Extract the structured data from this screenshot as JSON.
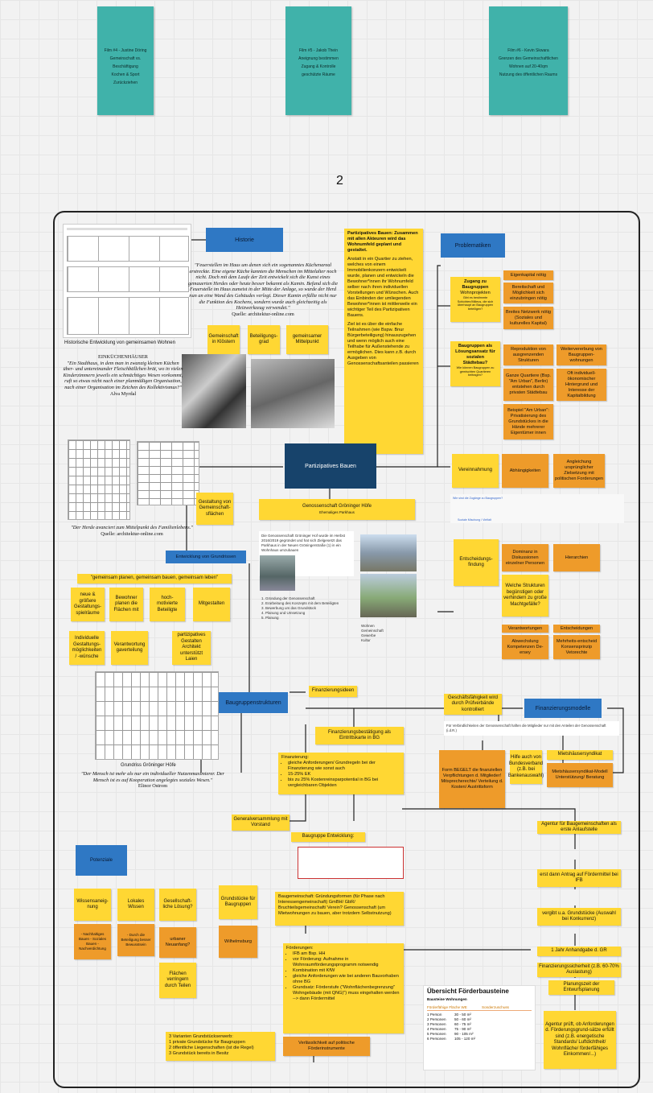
{
  "section_number": "2",
  "top_notes": [
    {
      "lines": [
        "Film #4 - Justine Döring",
        "Gemeinschaft vs. Beschäftigung",
        "Kochen & Sport",
        "Zurückziehen"
      ]
    },
    {
      "lines": [
        "Film #5 - Jakob Thein",
        "Aneignung bestimmen",
        "Zugang & Kontrolle",
        "geschützte Räume"
      ]
    },
    {
      "lines": [
        "Film #6 - Kevin Skwara",
        "Grenzen des Gemeinschaftlichen",
        "Wohnen auf 20-40qm",
        "Nutzung des öffentlichen Raums"
      ]
    }
  ],
  "headers": {
    "historie": "Historie",
    "problematiken": "Problematiken",
    "partizipatives_bauen": "Partizipatives Bauen",
    "entwicklung_grundrissen": "Entwicklung von Grundrissen",
    "baugruppenstrukturen": "Baugruppenstrukturen",
    "finanzierungsmodelle": "Finanzierungsmodelle",
    "potenziale": "Potenziale"
  },
  "left_column": {
    "table_caption": "Historische Entwicklung von gemeinsamen Wohnen",
    "quote_history": "\"Feuerstellen im Haus um denen sich ein sogenanntes Küchenareal erstreckte. Eine eigene Küche kannten die Menschen im Mittelalter noch nicht. Doch mit dem Laufe der Zeit entwickelt sich die Kunst eines gemauerten Herdes oder heute besser bekannt als Kamin. Befand sich die Feuerstelle im Haus zumeist in der Mitte der Anlage, so wurde der Herd nun an eine Wand des Gebäudes verlegt. Dieser Kamin erfüllte nicht nur die Funktion des Kochens, sondern wurde auch gleichzeitig als Heizwerkzeug verwendet.\"",
    "quote_history_source": "Quelle: architektur-online.com",
    "einkuechenhaeuser_title": "EINKÜCHENHÄUSER",
    "einkuechenhaeuser_quote": "\"Ein Stadthaus, in dem man in zwanzig kleinen Küchen über- und untereinander Fleischbällchen brät, wo in vielen Kinderzimmern jeweils ein schmächtiges Wesen vorkommt, ruft so etwas nicht nach einer planmäßigen Organisation, nach einer Organisation im Zeichen des Kollektivismus?\"",
    "einkuechenhaeuser_author": "Alva Myrdal",
    "herd_quote": "\"Der Herde avanciert zum Mittelpunkt des Familienlebens.\"",
    "herd_source": "Quelle: architektur-online.com",
    "grundriss_caption": "Grundriss Gröninger Höfe",
    "ostrom_quote": "\"Der Mensch ist mehr als nur ein individueller Nutzenmaximierer. Der Mensch ist es auf Kooperation angelegtes soziales Wesen.\"",
    "ostrom_author": "Elinor Ostrom"
  },
  "history_notes": [
    "Gemeinschaft in Klöstern",
    "Beteiligungs-grad",
    "gemeinsamer Mittelpunkt"
  ],
  "gestaltung_note": "Gestaltung von Gemeinschaft-sflächen",
  "grundriss_notes": {
    "banner": "\"gemeinsam planen, gemeinsam bauen, gemeinsam leben\"",
    "row1": [
      "neue & größere Gestaltungs-spielräume",
      "Bewohner planen die Flächen mit",
      "hoch-motivierte Beteiligte",
      "Mitgestalten"
    ],
    "row2": [
      "Individuelle Gestaltungs-möglichkeiten / -wünsche",
      "Verantwortung gaverteilung",
      "partizipatives Gestalten Architekt unterstützt Laien"
    ]
  },
  "partizipativ_text": {
    "heading": "Partizipatives Bauen: Zusammen mit allen Akteuren wird das Wohnumfeld geplant und gestaltet.",
    "body1": "Anstatt in ein Quartier zu ziehen, welches von einem Immobilienkonzern entwickelt wurde, planen und entwickeln die Bewohner*innen ihr Wohnumfeld selber nach ihren individuellen Vorstellungen und Wünschen. Auch das Einbinden der umliegenden Bewohner*innen ist mittlerweile ein wichtiger Teil des Partizipativen Bauens.",
    "body2": "Ziel ist es über die einfache Teilnahmen (wie Bspw. Bnur Bürgerbeteiligung) hinauszugehen und wenn möglich auch eine Teilhabe für Außenstehende zu ermöglichen. Dies kann z.B. durch Ausgeben von Genossenschaftsanteilen passieren"
  },
  "problematiken": {
    "zugang_title": "Zugang zu Baugruppen",
    "zugang_sub": "Wohnprojekten",
    "zugang_small": "Gibt es bestimmte Schichten/Milieus, die sich überhaupt an Baugruppen beteiligen?",
    "zugang_link": "Wie sind die Zugänge zu Baugruppen?",
    "zugang_orange": [
      "Eigenkapital nötig",
      "Bereitschaft und Möglichkeit sich einzubringen nötig",
      "Breites Netzwerk nötig (Soziales und kulturelles Kapital)"
    ],
    "loesung_title": "Baugruppen als Lösungsansatz für sozialen Städtebau?",
    "loesung_small": "Wie können Baugruppen zu gemischten Quartieren beitragen?",
    "loesung_link": "Soziale Mischung / Vielfalt",
    "loesung_orange": [
      "Reproduktion von ausgrenzenden Strukturen",
      "Weitervererbung von Baugruppen-wohnungen",
      "Ganze Quartiere (Bsp. \"Am Urban\", Berlin) entstehen durch privaten Städtebau",
      "Oft individuell-ökonomischer Hintergrund und Interesse der Kapitalbildung",
      "Beispiel \"Am Urban\": Privatisierung des Grundstückes in die Hände mehrerer Eigentümer innen"
    ],
    "vereinnahmung": "Vereinnahmung",
    "vereinnahmung_orange": [
      "Abhängigkeiten",
      "Angleichung ursprünglicher Zielsetzung mit politischen Forderungen"
    ],
    "entscheidung": "Entscheidungs-findung",
    "entscheidung_items": [
      "Dominanz in Diskussionen einzelner Personen",
      "Hierarchien",
      "Welche Strukturen begünstigen oder verhindern zu große Machtgefälle?",
      "Verantwortungen",
      "Entscheidungen",
      "Abwechslung Kompetenzen De-ersey",
      "Mehrheits-entscheid Konsensprinzip Vetorechte"
    ]
  },
  "genossenschaft": {
    "title": "Genossenschaft Gröninger Höfe",
    "subtitle": "Ehemaliges Parkhaus",
    "description": "Die Genossenschaft Gröninger Hof wurde im Herbst 2016/2019 gegründet und hat sich Zielgesetzt das Parkhaus in der Neuen Gröningerstraße (1) in ein Wohnhaus umzubauen",
    "steps": [
      "1. Gründung der Genossenschaft",
      "2. Erarbeitung des Konzepts mit dem Beteiligten",
      "3. Bewerbung um das Grundstück",
      "4. Planung und Umsetzung",
      "5. Planung"
    ],
    "right_list": [
      "Wohnen",
      "Gemeinschaft",
      "Gewerbe",
      "Kultur"
    ]
  },
  "finanzierung": {
    "ideen": "Finanzierungsideen",
    "pruefverband": "Geschäftsfähigkeit wird durch Prüfverbände kontrolliert",
    "verbindlichkeiten": "Für Verbindlichkeiten der Genossenschaft haften die Mitglieder nur mit den Anteilen der Genossenschaft (i.d.R.)",
    "bestaetigung": "Finanzierungsbestätigung als Eintrittskarte in BG",
    "finanzierung_title": "Finanzierung:",
    "finanzierung_items": [
      "gleiche Anforderungen/ Grundregeln bei der Finanzierung wie sonst auch",
      "15-25% EK",
      "bis zu 25% Kostenreinsparpotential in BG bei vergleichbaren Objekten"
    ],
    "form_begelt": "Form BEGELT die finanziellen Verpflichtungen d. Mitglieder! Mitsprecherechte/ Verteilung d. Kosten/ Austrittsform",
    "hilfe": "Hilfe auch von Bundesverband (z.B. bei Bankenauswahl)",
    "mietshaeuser": "Mietshäusersyndikat",
    "mietshaeuser_model": "Mietshäusersyndikat-Modell Unterstützung/ Beratung",
    "generalversammlung": "Generalversammlung mit Vorstand",
    "entwicklung": "Baugruppe Entwicklung:",
    "agentur": "Agentur für Baugemeinschaften als erste Anlaufstelle",
    "antrag": "erst dann Antrag auf Fördermittel bei IFB",
    "vergibt": "vergibt u.a. Grundstücke (Auswahl bei Konkurrenz)",
    "anhandgabe": "1 Jahr Anhandgabe d. GR",
    "finanzsicherheit": "Finanzierungssicherheit (z.B. 60-70% Auslastung)",
    "planungszeit": "Planungszeit der Entwurfsplanung",
    "pruefung": "Agentur prüft, ob Anforderungen d. Förderungsgrund-sätze erfüllt sind (z.B. energetische Standards/ Luftdichtheit/ Wohnfläche/ förderfähiges Einkommen/...)",
    "gruendung": "Baugemeinschaft: Gründungsformen (für Phase nach Interessengemeinschaft) GmBH/ GbR/ Bruchteilsgemeinschaft/ Verein? Genossenschaft (um Mietwohnungen zu bauen, aber trotzdem Selbstnutzung)",
    "foerderung_title": "Förderungen:",
    "foerderung_items": [
      "IFB am Bsp. HH",
      "vor Förderung: Aufnahme in Wohnraumförderungsprogramm notwendig",
      "Kombination mit KfW",
      "gleiche Anforderungen wie bei anderen Bauvorhaben ohne BG",
      "Grundsatz: Förderstufe (\"Wohnflächenbegrenzung\" Wohngebäude (mit QNG)\") muss eingehalten werden --> dann Fördermittel"
    ],
    "verlaesslichkeit": "Verlässlichkeit auf politische Förderinstrumente"
  },
  "foerderbausteine": {
    "title": "Übersicht Förderbausteine",
    "subtitle": "Bausteine Wohnungen",
    "col1": "Förderfähige Fläche WE",
    "col2": "Sonderzuschuss",
    "rows": [
      [
        "1 Person",
        "30 - 50 m²"
      ],
      [
        "2 Personen",
        "50 - 60 m²"
      ],
      [
        "3 Personen",
        "60 - 75 m²"
      ],
      [
        "4 Personen",
        "75 - 90 m²"
      ],
      [
        "5 Personen",
        "90 - 105 m²"
      ],
      [
        "6 Personen",
        "105 - 120 m²"
      ]
    ]
  },
  "potenziale": {
    "items": [
      "Wissensaneig-nung",
      "Lokales Wissen",
      "Gesellschaft-liche Lösung?",
      "Grundstücke für Baugruppen",
      "urbaner Neuanfang?",
      "Wilhelmsburg",
      "Flächen verringern durch Teilen"
    ],
    "orange_small": [
      "- Nachhaltiges Bauen - Soziales Bauen - Nachverdichtung",
      "- Durch die Beteiligung besser Bewusstsein"
    ],
    "grundstueck_text": [
      "3 Varianten Grundstückserwerb:",
      "1 private Grundstücke für Baugruppen",
      "2 öffentliche Liegenschaften (ist die Regel)",
      "3 Grundstück bereits in Besitz"
    ]
  },
  "colors": {
    "teal": "#40b2aa",
    "blue": "#2f78c4",
    "navy": "#17436b",
    "yellow": "#ffd733",
    "orange": "#ee9b2a"
  }
}
